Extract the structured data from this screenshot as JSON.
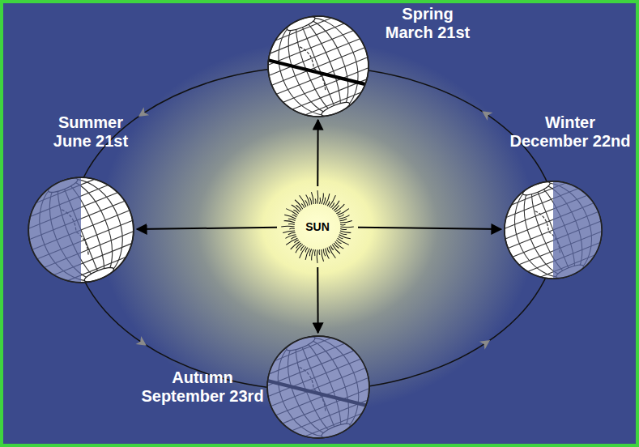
{
  "diagram": {
    "nodes": [
      {
        "text": [
          "Spring",
          "March 21st"
        ]
      },
      {
        "text": [
          "Summer",
          "June 21st"
        ]
      },
      {
        "text": [
          "Winter",
          "December 22nd"
        ]
      },
      {
        "text": [
          "SUN"
        ]
      },
      {
        "text": [
          "Autumn",
          "September 23rd"
        ]
      }
    ],
    "edges": [
      {
        "from": 3,
        "to": 0,
        "arrow": "to"
      },
      {
        "from": 3,
        "to": 1,
        "arrow": "to"
      },
      {
        "from": 3,
        "to": 2,
        "arrow": "to"
      },
      {
        "from": 3,
        "to": 4,
        "arrow": "to"
      }
    ]
  }
}
